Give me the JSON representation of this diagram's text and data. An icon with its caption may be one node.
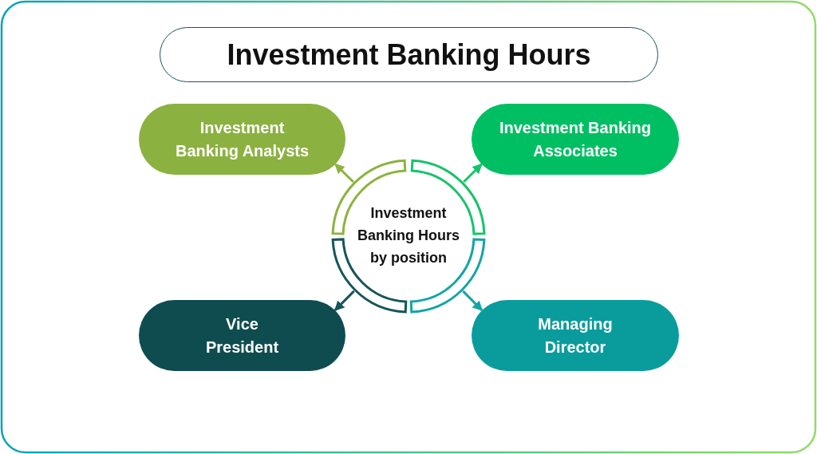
{
  "diagram": {
    "title": "Investment Banking Hours",
    "nodes": [
      {
        "text": [
          "Investment Banking Analysts"
        ]
      },
      {
        "text": [
          "Investment Banking Associates"
        ]
      },
      {
        "text": [
          "Investment Banking Hours by position"
        ]
      },
      {
        "text": [
          "Vice President"
        ]
      },
      {
        "text": [
          "Managing Director"
        ]
      }
    ],
    "edges": [
      {
        "from": 2,
        "to": 0,
        "arrow": "to",
        "color": "#8cb33f"
      },
      {
        "from": 2,
        "to": 1,
        "arrow": "to",
        "color": "#17c36b"
      },
      {
        "from": 2,
        "to": 3,
        "arrow": "to",
        "color": "#16555a"
      },
      {
        "from": 2,
        "to": 4,
        "arrow": "to",
        "color": "#14a5a5"
      }
    ]
  }
}
